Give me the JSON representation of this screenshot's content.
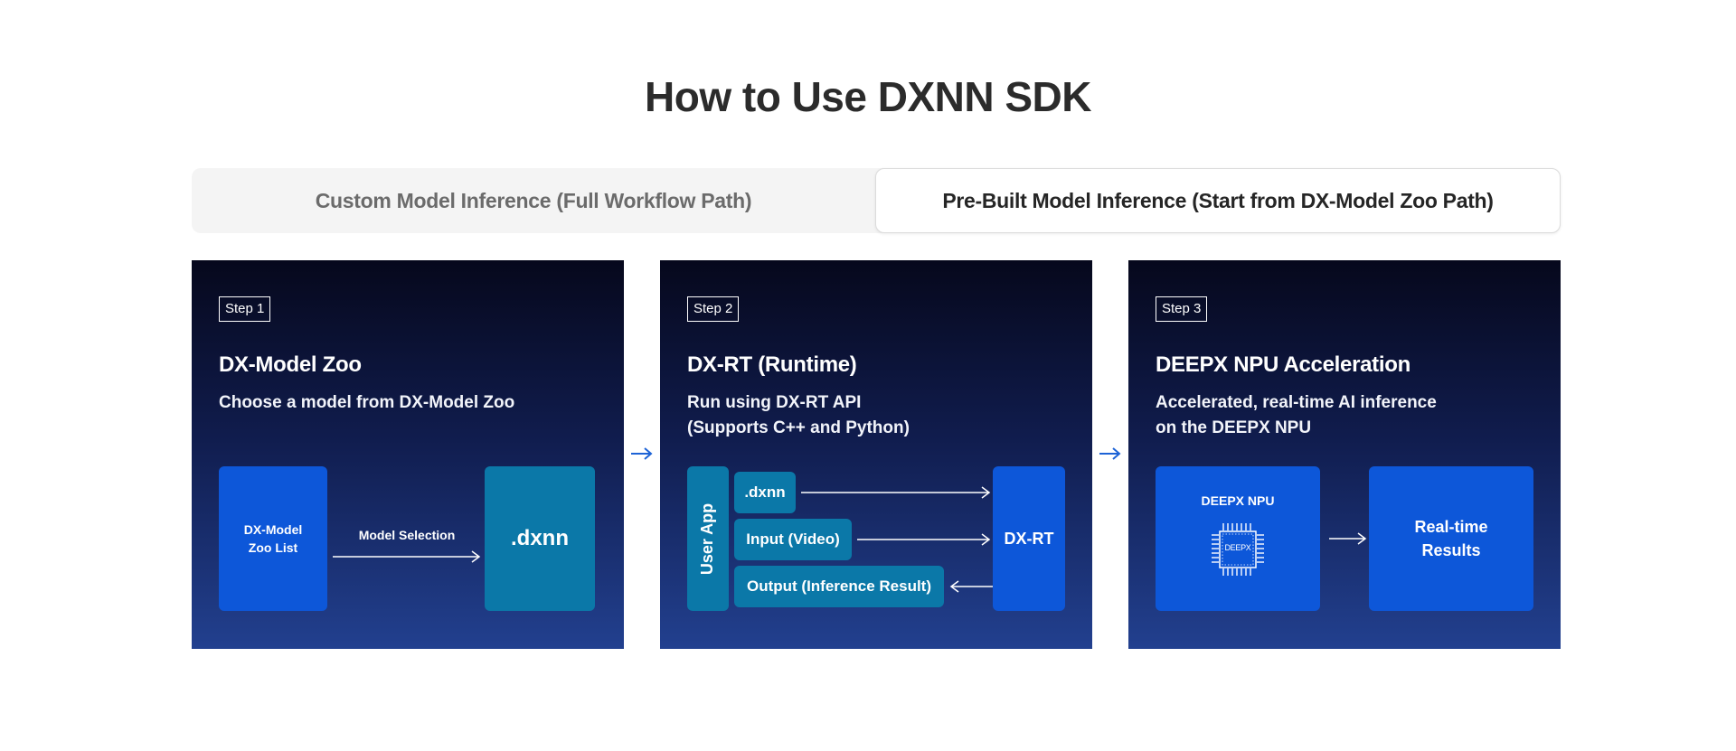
{
  "title": "How to Use DXNN SDK",
  "tabs": [
    {
      "label": "Custom Model Inference (Full Workflow Path)",
      "active": false
    },
    {
      "label": "Pre-Built Model Inference (Start from DX-Model Zoo Path)",
      "active": true
    }
  ],
  "steps": [
    {
      "badge": "Step 1",
      "title": "DX-Model Zoo",
      "desc": [
        "Choose a model from DX-Model Zoo"
      ],
      "diagram": {
        "source_box": [
          "DX-Model",
          "Zoo List"
        ],
        "arrow_label": "Model Selection",
        "target_box": ".dxnn"
      }
    },
    {
      "badge": "Step 2",
      "title": "DX-RT (Runtime)",
      "desc": [
        "Run using DX-RT API",
        "(Supports C++ and Python)"
      ],
      "diagram": {
        "app_label": "User App",
        "items": [
          ".dxnn",
          "Input (Video)",
          "Output (Inference Result)"
        ],
        "runtime_box": "DX-RT"
      }
    },
    {
      "badge": "Step 3",
      "title": "DEEPX NPU Acceleration",
      "desc": [
        "Accelerated, real-time AI inference",
        "on the DEEPX NPU"
      ],
      "diagram": {
        "npu_label": "DEEPX NPU",
        "chip_text": "DEEPX",
        "result_box": [
          "Real-time",
          "Results"
        ]
      }
    }
  ],
  "colors": {
    "accent_blue": "#0d57d9",
    "teal": "#0b78a8",
    "flow_arrow": "#1d63d6"
  }
}
